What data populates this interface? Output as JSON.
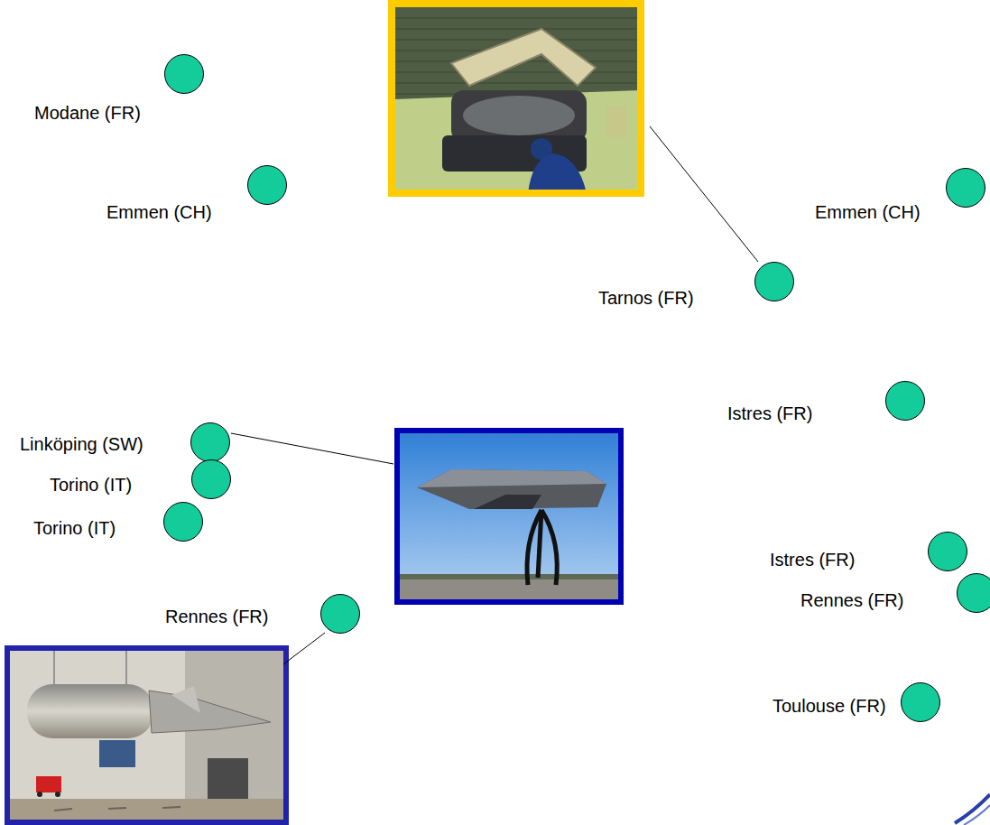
{
  "diagram": {
    "nodes": [
      {
        "text": [
          "Modane (FR)"
        ]
      },
      {
        "text": [
          "Emmen (CH)"
        ]
      },
      {
        "text": [
          "Emmen (CH)"
        ]
      },
      {
        "text": [
          "Tarnos (FR)"
        ]
      },
      {
        "text": [
          "Istres (FR)"
        ]
      },
      {
        "text": [
          "Linköping (SW)"
        ]
      },
      {
        "text": [
          "Torino (IT)"
        ]
      },
      {
        "text": [
          "Torino (IT)"
        ]
      },
      {
        "text": [
          "Istres (FR)"
        ]
      },
      {
        "text": [
          "Rennes (FR)"
        ]
      },
      {
        "text": [
          "Rennes (FR)"
        ]
      },
      {
        "text": [
          "Toulouse (FR)"
        ]
      }
    ]
  }
}
